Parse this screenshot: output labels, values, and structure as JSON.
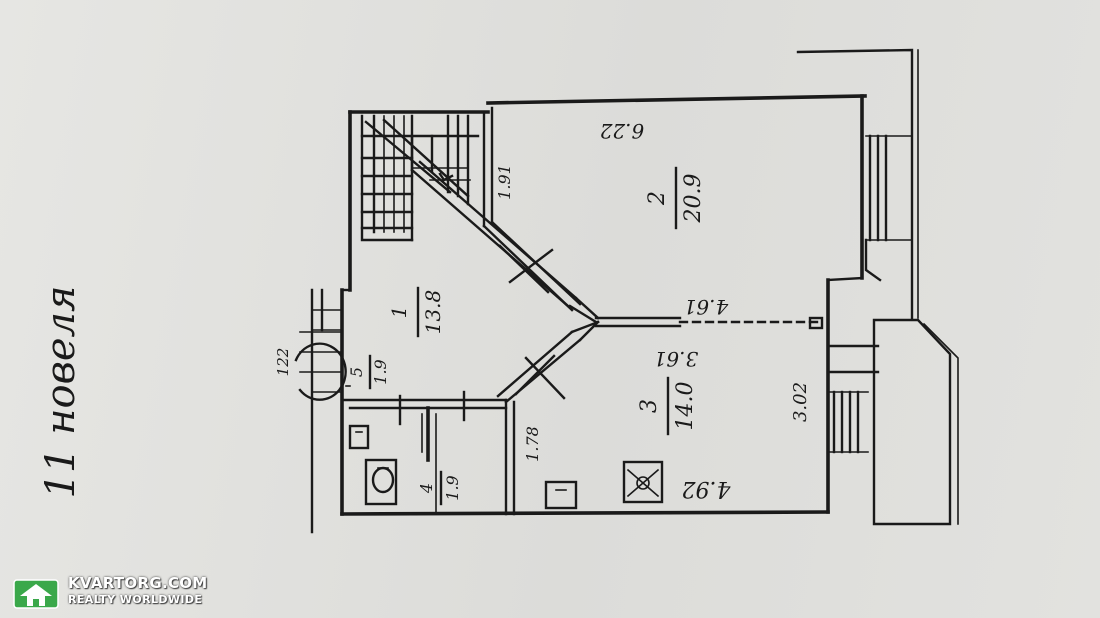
{
  "handwritten_note": "11 новеля",
  "rooms": [
    {
      "number": "1",
      "area": "13.8"
    },
    {
      "number": "2",
      "area": "20.9"
    },
    {
      "number": "3",
      "area": "14.0"
    },
    {
      "number": "4",
      "area": "1.9"
    },
    {
      "number": "5",
      "area": "1.9"
    }
  ],
  "dimensions": {
    "top": "6.22",
    "mid_dashed": "4.61",
    "room3_diag": "3.61",
    "room3_right": "3.02",
    "room2_left": "1.91",
    "room3_left": "1.78",
    "bottom": "4.92"
  },
  "wall_marker": "122",
  "watermark": {
    "brand": "KVARTORG.COM",
    "tagline": "REALTY WORLDWIDE",
    "color": "#3aa84a"
  }
}
